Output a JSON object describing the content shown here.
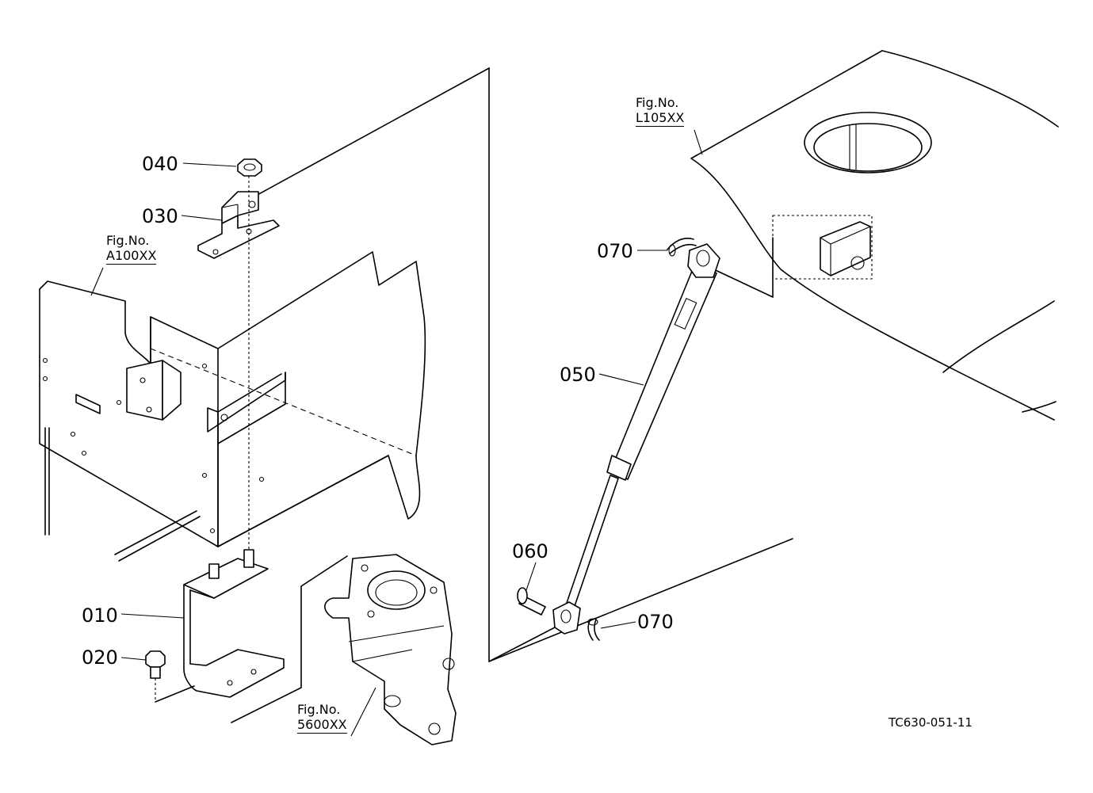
{
  "parts": [
    {
      "no": "010"
    },
    {
      "no": "020"
    },
    {
      "no": "030"
    },
    {
      "no": "040"
    },
    {
      "no": "050"
    },
    {
      "no": "060"
    },
    {
      "no": "070"
    },
    {
      "no": "070"
    }
  ],
  "figure_refs": [
    {
      "prefix": "Fig.No.",
      "code": "A100XX"
    },
    {
      "prefix": "Fig.No.",
      "code": "L105XX"
    },
    {
      "prefix": "Fig.No.",
      "code": "5600XX"
    }
  ],
  "drawing_id": "TC630-051-11"
}
